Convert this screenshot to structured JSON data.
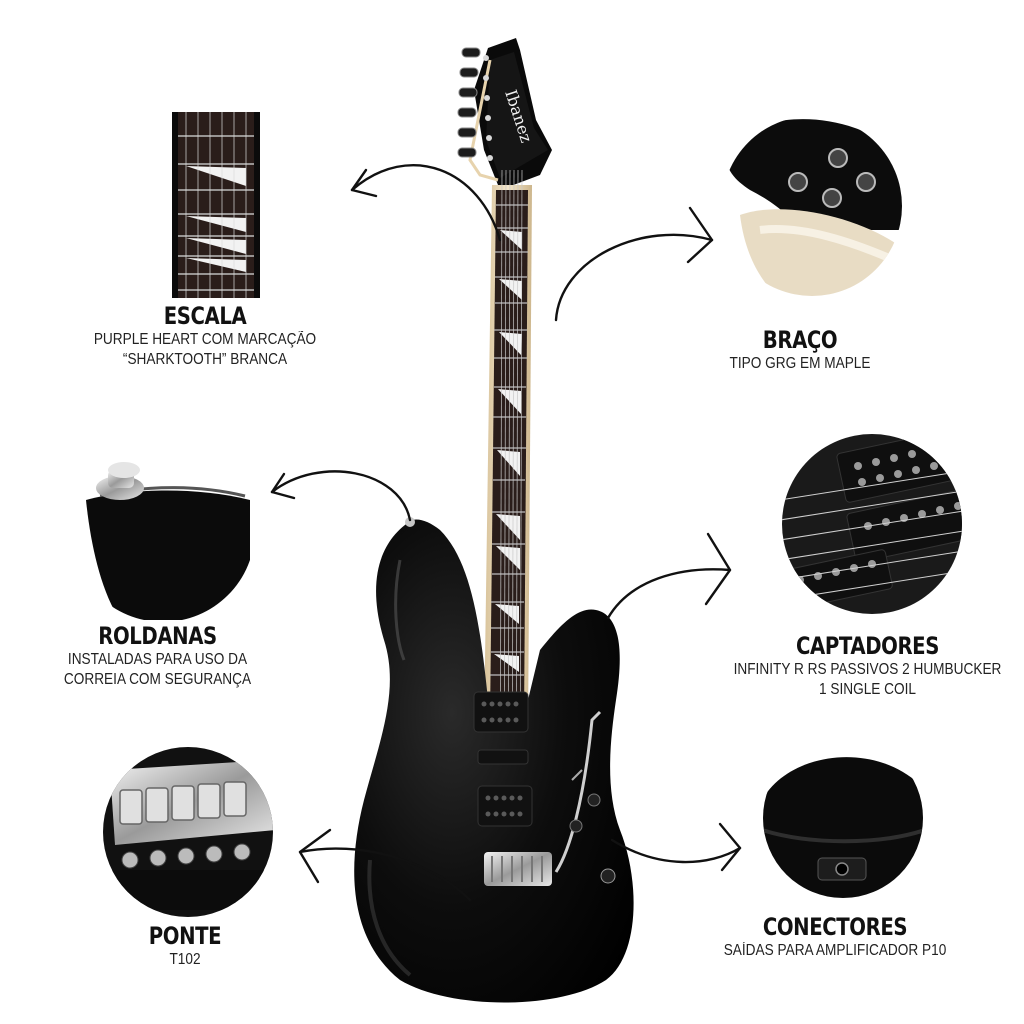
{
  "features": [
    {
      "title": "ESCALA",
      "lines": [
        "PURPLE HEART COM MARCAÇÃO",
        "“SHARKTOOTH” BRANCA"
      ]
    },
    {
      "title": "BRAÇO",
      "lines": [
        "TIPO GRG EM MAPLE"
      ]
    },
    {
      "title": "ROLDANAS",
      "lines": [
        "INSTALADAS PARA USO DA",
        "CORREIA COM SEGURANÇA"
      ]
    },
    {
      "title": "CAPTADORES",
      "lines": [
        "INFINITY R RS PASSIVOS 2 HUMBUCKER",
        "1 SINGLE COIL"
      ]
    },
    {
      "title": "PONTE",
      "lines": [
        "T102"
      ]
    },
    {
      "title": "CONECTORES",
      "lines": [
        "SAÍDAS PARA AMPLIFICADOR P10"
      ]
    }
  ],
  "colors": {
    "guitar_body": "#0b0b0b",
    "fretboard": "#2a1d1a",
    "maple": "#e9d8b6",
    "inlay": "#f2f2f2",
    "chrome": "#c8c8c8"
  }
}
